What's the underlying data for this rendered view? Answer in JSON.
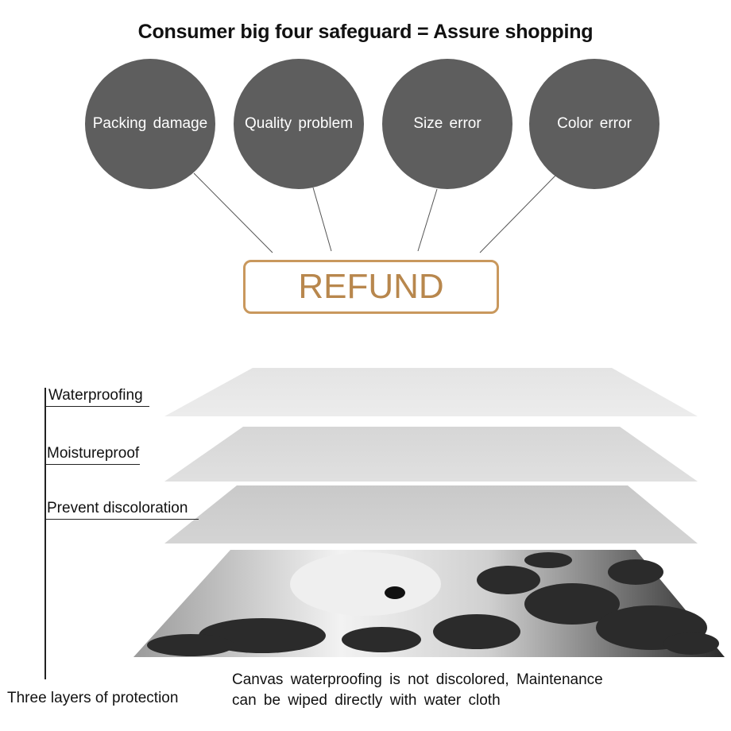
{
  "header": {
    "title": "Consumer big four safeguard = Assure shopping"
  },
  "safeguards": [
    {
      "label": "Packing  damage"
    },
    {
      "label": "Quality  problem"
    },
    {
      "label": "Size  error"
    },
    {
      "label": "Color  error"
    }
  ],
  "refund": {
    "label": "REFUND"
  },
  "layers": [
    {
      "label": "Waterproofing"
    },
    {
      "label": "Moistureproof"
    },
    {
      "label": "Prevent  discoloration"
    }
  ],
  "protection_label": "Three layers of protection",
  "caption": {
    "line1": "Canvas  waterproofing  is  not  discolored,  Maintenance",
    "line2": "can  be  wiped  directly  with  water  cloth"
  },
  "colors": {
    "circle_fill": "#5e5e5e",
    "refund_border": "#c9985d",
    "refund_text": "#b8874d"
  }
}
